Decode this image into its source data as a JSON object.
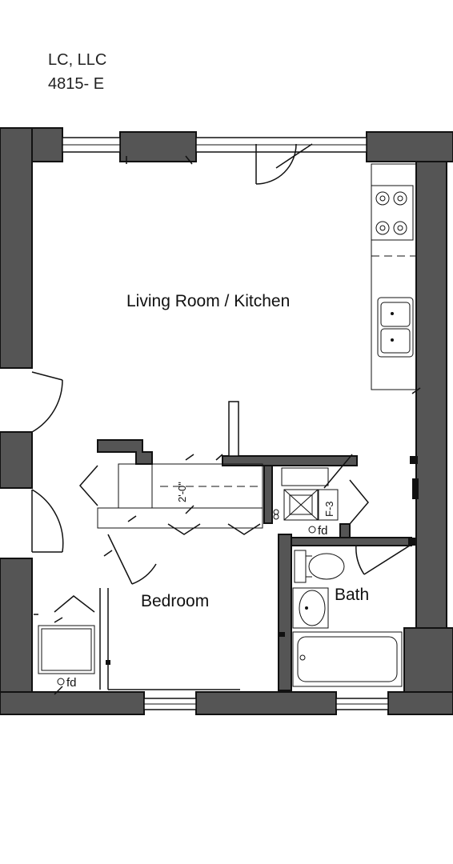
{
  "header": {
    "company": "LC, LLC",
    "unit": "4815- E"
  },
  "rooms": {
    "living": "Living Room / Kitchen",
    "bedroom": "Bedroom",
    "bath": "Bath"
  },
  "annotations": {
    "closet_dimension": "2'-0\"",
    "furnace_tag": "F-3",
    "floor_drain_1": "fd",
    "floor_drain_2": "fd"
  },
  "colors": {
    "wall": "#555555",
    "line": "#111111"
  }
}
